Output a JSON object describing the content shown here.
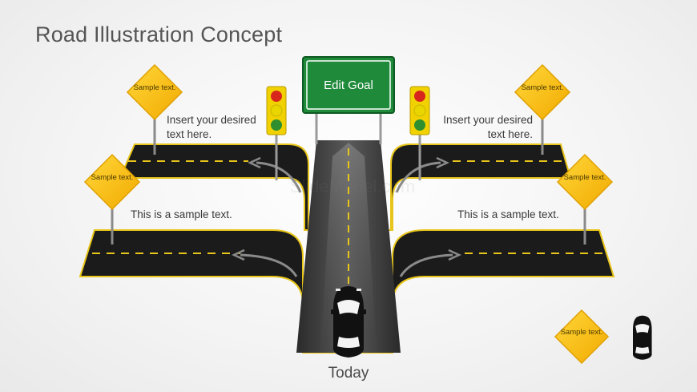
{
  "header": {
    "title": "Road Illustration Concept"
  },
  "goal_sign": {
    "label": "Edit Goal"
  },
  "signs": {
    "top_left": "Sample text.",
    "mid_left": "Sample text.",
    "top_right": "Sample text.",
    "mid_right": "Sample text.",
    "legend": "Sample text."
  },
  "texts": {
    "upper_left": "Insert your desired text here.",
    "upper_right": "Insert your desired text here.",
    "lower_left": "This is a sample text.",
    "lower_right": "This is a sample text."
  },
  "footer": {
    "today": "Today"
  },
  "watermark": "SlideModel.com",
  "colors": {
    "road": "#1b1b1b",
    "road_edge": "#e8c51a",
    "sign_yellow": "#f5c000",
    "sign_green": "#1e8a3a",
    "light_body": "#f1d200"
  }
}
